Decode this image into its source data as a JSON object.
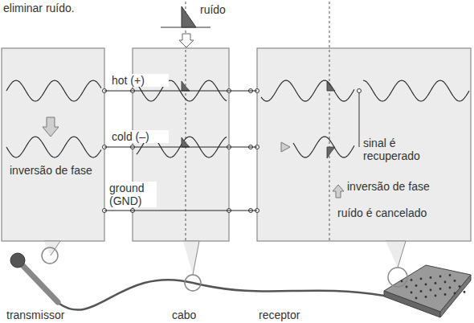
{
  "diagram": {
    "nodes": [
      {
        "text": [
          "inversão de fase"
        ]
      },
      {
        "text": [
          "sinal é recuperado",
          "inversão de fase",
          "ruído é cancelado"
        ]
      }
    ],
    "edges": [
      {
        "from": 0,
        "to": 1,
        "arrow": "none",
        "label": "hot (+)"
      },
      {
        "from": 0,
        "to": 1,
        "arrow": "none",
        "label": "cold (–)"
      },
      {
        "from": 0,
        "to": 1,
        "arrow": "none",
        "label": "ground (GND)"
      }
    ],
    "labels": [
      "eliminar ruído.",
      "ruído",
      "transmissor",
      "cabo",
      "receptor"
    ]
  }
}
